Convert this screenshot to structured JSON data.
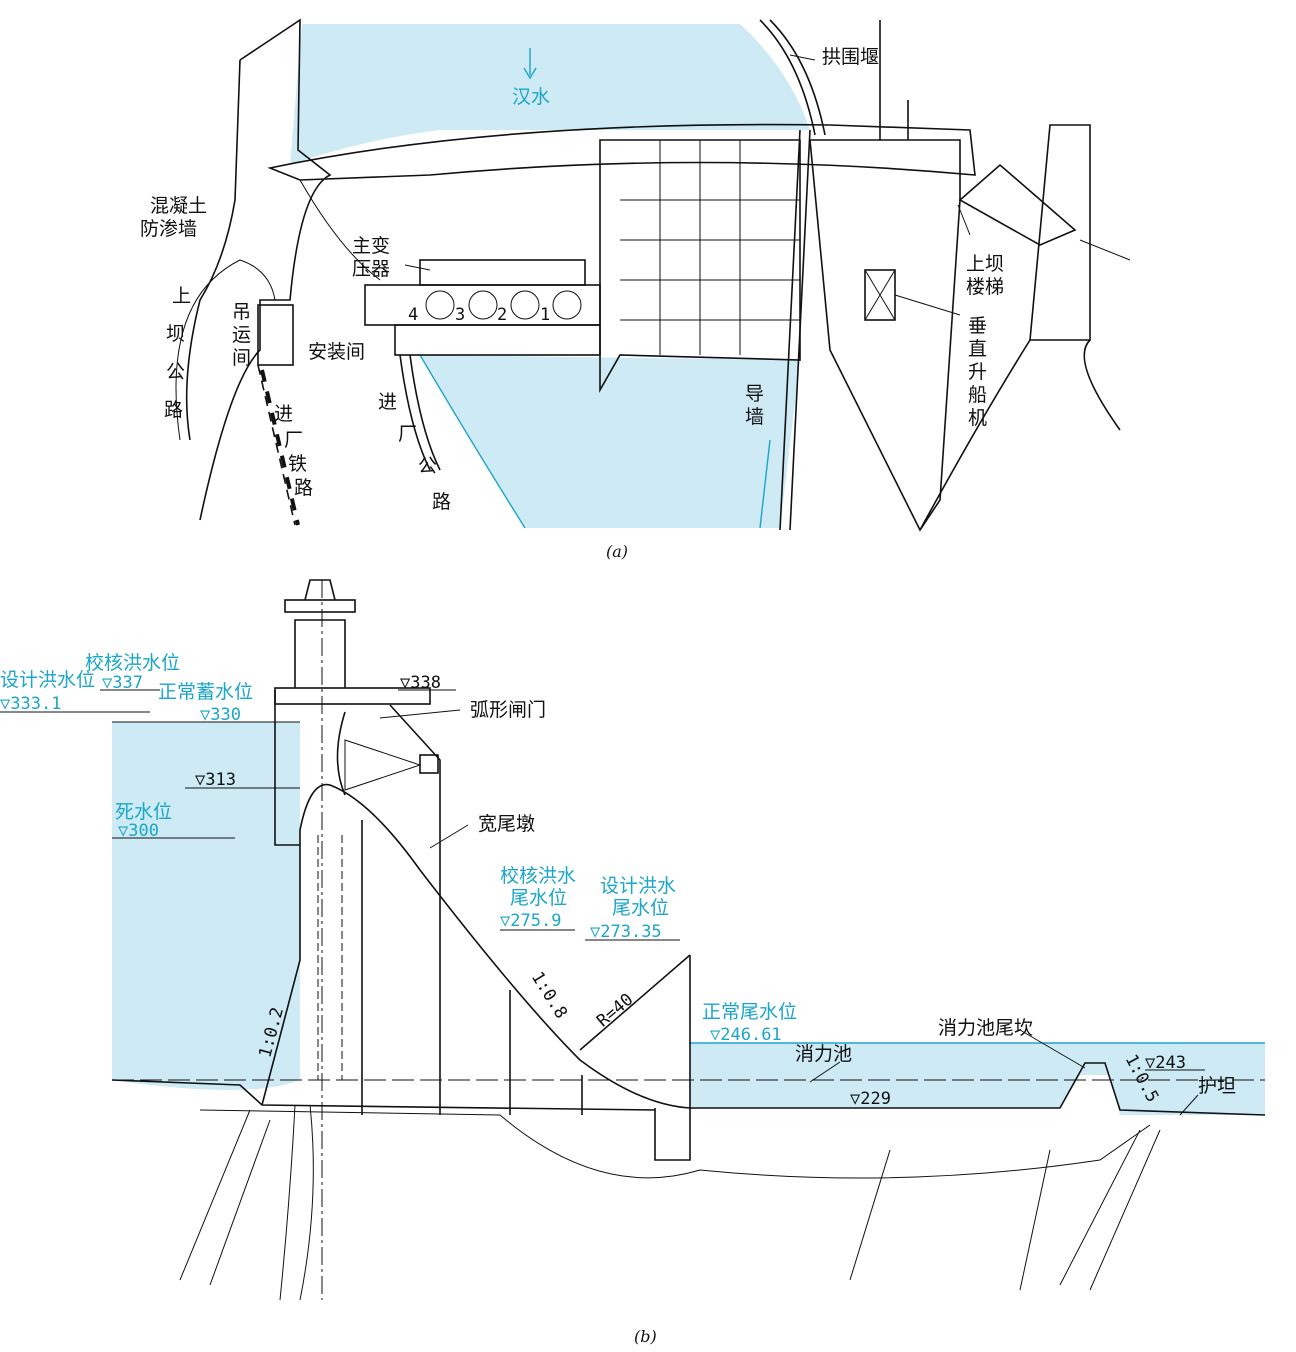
{
  "plan": {
    "river": "汉水",
    "cofferdam": "拱围堰",
    "seepage_wall": [
      "混凝土",
      "防渗墙"
    ],
    "main_transformer": [
      "主变",
      "压器"
    ],
    "hoist_room": [
      "吊",
      "运",
      "间"
    ],
    "installation_bay": "安装间",
    "upper_dam_road": [
      "上",
      "坝",
      "公",
      "路"
    ],
    "railway": [
      "进",
      "厂",
      "铁",
      "路"
    ],
    "plant_road": [
      "进",
      "厂",
      "公",
      "路"
    ],
    "guide_wall": [
      "导",
      "墙"
    ],
    "upper_stairs": [
      "上坝",
      "楼梯"
    ],
    "ship_lift": [
      "垂",
      "直",
      "升",
      "船",
      "机"
    ],
    "units": [
      "4",
      "3",
      "2",
      "1"
    ],
    "caption": "(a)"
  },
  "section": {
    "design_flood": "设计洪水位",
    "design_flood_val": "333.1",
    "check_flood": "校核洪水位",
    "check_flood_val": "337",
    "normal_pool": "正常蓄水位",
    "normal_pool_val": "330",
    "crest_val": "338",
    "elev_313": "313",
    "dead_level": "死水位",
    "dead_level_val": "300",
    "radial_gate": "弧形闸门",
    "wide_pier": "宽尾墩",
    "check_tail": [
      "校核洪水",
      "尾水位"
    ],
    "check_tail_val": "275.9",
    "design_tail": [
      "设计洪水",
      "尾水位"
    ],
    "design_tail_val": "273.35",
    "slope_08": "1:0.8",
    "slope_02": "1:0.2",
    "slope_05": "1:0.5",
    "radius": "R=40",
    "normal_tail": "正常尾水位",
    "normal_tail_val": "246.61",
    "stilling_basin": "消力池",
    "end_sill": "消力池尾坎",
    "elev_243": "243",
    "elev_229": "229",
    "apron": "护坦",
    "caption": "(b)"
  },
  "colors": {
    "water": "#cdeaf5",
    "accent": "#1ba6c9",
    "line": "#111111"
  }
}
